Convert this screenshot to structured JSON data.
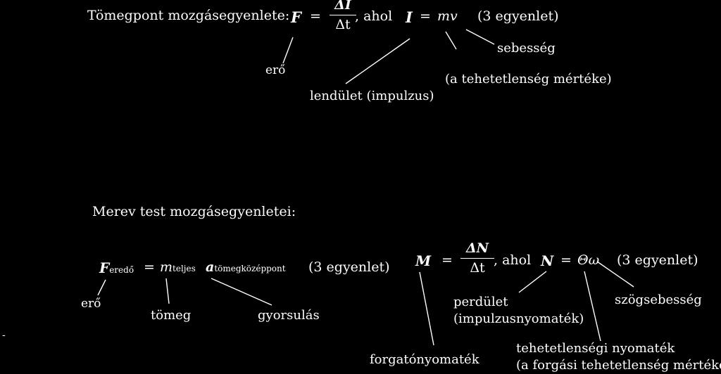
{
  "top": {
    "heading": "Tömegpont mozgásegyenlete:",
    "F": "F",
    "eq1": "=",
    "frac_num": "ΔI",
    "frac_den": "Δt",
    "ahol": ", ahol",
    "I": "I",
    "eq2": "=",
    "mv": "mv",
    "three_eq": "(3 egyenlet)",
    "label_sebesseg": "sebesség",
    "label_ero": "erő",
    "label_tehetetlenseg": "(a tehetetlenség mértéke)",
    "label_lendulet": "lendület (impulzus)"
  },
  "bottom": {
    "heading": "Merev test mozgásegyenletei:",
    "F": "F",
    "F_sub": "eredő",
    "eq1": "=",
    "m": "m",
    "m_sub": "teljes",
    "a": "a",
    "a_sub": "tömegközéppont",
    "three_eq_left": "(3 egyenlet)",
    "label_ero": "erő",
    "label_tomeg": "tömeg",
    "label_gyorsulas": "gyorsulás",
    "M": "M",
    "eq2": "=",
    "frac_num": "ΔN",
    "frac_den": "Δt",
    "ahol": ", ahol",
    "N": "N",
    "eq3": "=",
    "theta_omega": "Θω",
    "three_eq_right": "(3 egyenlet)",
    "label_perdulet_1": "perdület",
    "label_perdulet_2": "(impulzusnyomaték)",
    "label_szogsebesseg": "szögsebesség",
    "label_forgato": "forgatónyomaték",
    "label_tehet_nyom_1": "tehetetlenségi nyomaték",
    "label_tehet_nyom_2": "(a forgási tehetetlenség mértéke)"
  },
  "margin_mark": "-"
}
